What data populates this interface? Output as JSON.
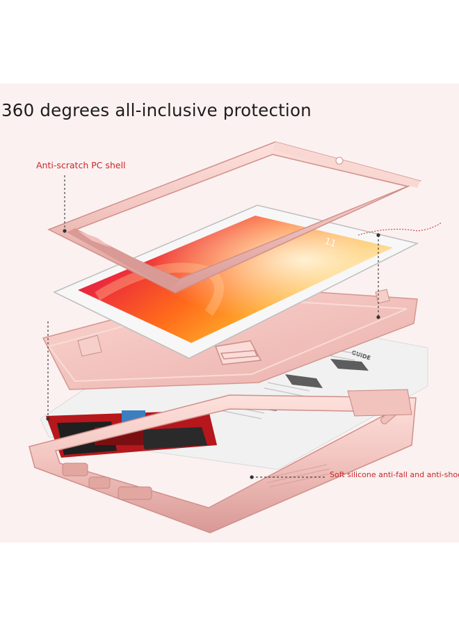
{
  "headline": "360 degrees all-inclusive protection",
  "callouts": {
    "pc_shell": "Anti-scratch PC shell",
    "silicone": "Soft silicone anti-fall and anti-shock"
  },
  "guide_label": "GUIDE",
  "colors": {
    "panel_background": "#fbf1f0",
    "rose_gold": "#eeb8b5",
    "callout_red": "#c9272b",
    "stand_red": "#b5171c"
  },
  "icons": [
    "pc-shell-frame",
    "tablet-screen",
    "kickstand-back-case",
    "silicone-bumper-frame",
    "instruction-card"
  ]
}
